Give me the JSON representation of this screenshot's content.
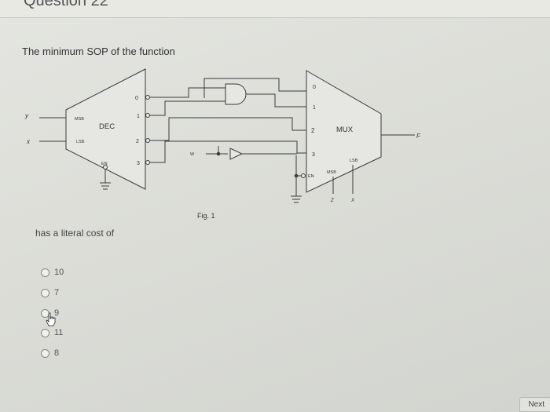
{
  "header": {
    "title": "Question 22"
  },
  "question": {
    "prompt": "The minimum SOP of the function",
    "after_text": "has a literal cost of"
  },
  "diagram": {
    "input_y": "y",
    "input_x": "x",
    "input_w": "W",
    "dec_label": "DEC",
    "dec_msb": "MSB",
    "dec_lsb": "LSB",
    "dec_en": "EN",
    "dec_out0": "0",
    "dec_out1": "1",
    "dec_out2": "2",
    "dec_out3": "3",
    "mux_label": "MUX",
    "mux_in0": "0",
    "mux_in1": "1",
    "mux_in2": "2",
    "mux_in3": "3",
    "mux_en": "EN",
    "mux_msb": "MSB",
    "mux_lsb": "LSB",
    "mux_z": "Z",
    "mux_x": "X",
    "output_f": "F",
    "fig_caption": "Fig. 1"
  },
  "options": [
    {
      "label": "10",
      "selected": false
    },
    {
      "label": "7",
      "selected": false
    },
    {
      "label": "9",
      "selected": false
    },
    {
      "label": "11",
      "selected": false
    },
    {
      "label": "8",
      "selected": false
    }
  ],
  "navigation": {
    "next_label": "Next"
  }
}
